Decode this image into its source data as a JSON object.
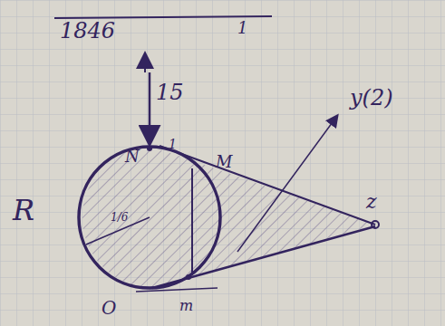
{
  "diagram": {
    "labels": [
      "1846",
      "1",
      "15",
      "N",
      "1",
      "M",
      "R",
      "1/6",
      "y(2)",
      "z",
      "O",
      "m"
    ]
  }
}
